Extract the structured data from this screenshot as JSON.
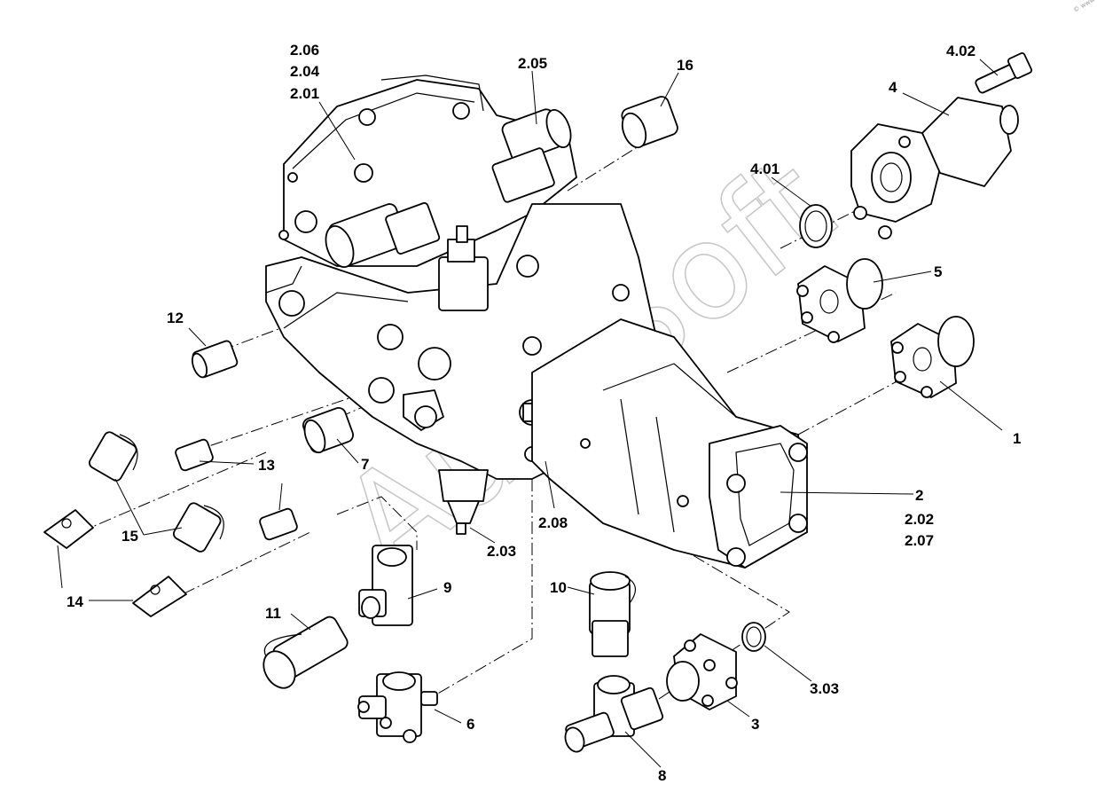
{
  "watermark": "AutoSoft",
  "corner_mark": "© www",
  "callouts": [
    {
      "id": "c-2-06",
      "text": "2.06"
    },
    {
      "id": "c-2-04",
      "text": "2.04"
    },
    {
      "id": "c-2-01",
      "text": "2.01"
    },
    {
      "id": "c-2-05",
      "text": "2.05"
    },
    {
      "id": "c-16",
      "text": "16"
    },
    {
      "id": "c-4-02",
      "text": "4.02"
    },
    {
      "id": "c-4",
      "text": "4"
    },
    {
      "id": "c-4-01",
      "text": "4.01"
    },
    {
      "id": "c-5",
      "text": "5"
    },
    {
      "id": "c-1",
      "text": "1"
    },
    {
      "id": "c-12",
      "text": "12"
    },
    {
      "id": "c-13",
      "text": "13"
    },
    {
      "id": "c-7",
      "text": "7"
    },
    {
      "id": "c-15",
      "text": "15"
    },
    {
      "id": "c-14",
      "text": "14"
    },
    {
      "id": "c-2",
      "text": "2"
    },
    {
      "id": "c-2-02",
      "text": "2.02"
    },
    {
      "id": "c-2-07",
      "text": "2.07"
    },
    {
      "id": "c-2-08",
      "text": "2.08"
    },
    {
      "id": "c-2-03",
      "text": "2.03"
    },
    {
      "id": "c-9",
      "text": "9"
    },
    {
      "id": "c-10",
      "text": "10"
    },
    {
      "id": "c-11",
      "text": "11"
    },
    {
      "id": "c-3-03",
      "text": "3.03"
    },
    {
      "id": "c-6",
      "text": "6"
    },
    {
      "id": "c-3",
      "text": "3"
    },
    {
      "id": "c-8",
      "text": "8"
    }
  ]
}
